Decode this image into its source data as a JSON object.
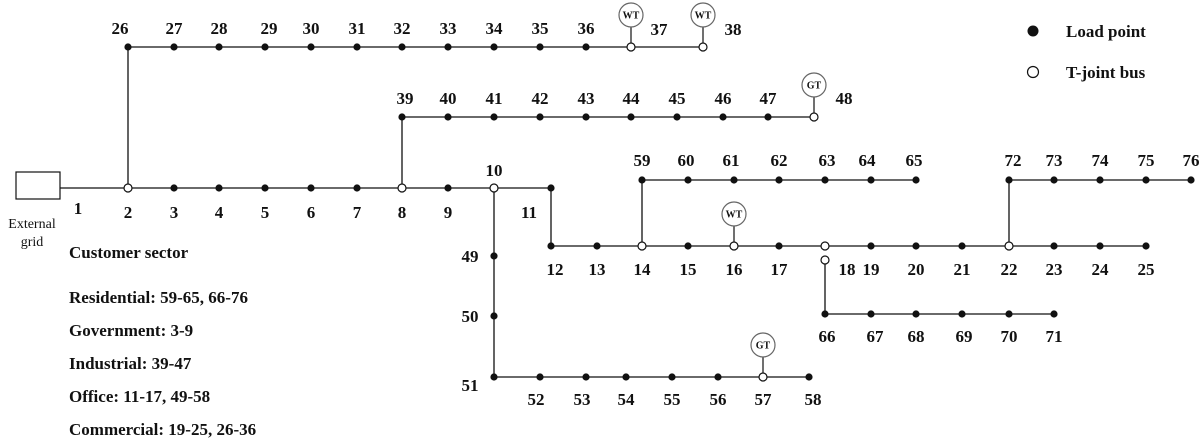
{
  "grid_label": [
    "External",
    "grid"
  ],
  "legend": {
    "load_point": "Load point",
    "t_joint": "T-joint bus"
  },
  "customer_sector": {
    "title": "Customer sector",
    "items": [
      "Residential: 59-65, 66-76",
      "Government: 3-9",
      "Industrial: 39-47",
      "Office: 11-17, 49-58",
      "Commercial: 19-25, 26-36"
    ]
  },
  "generators": [
    {
      "type": "WT",
      "bus": "37"
    },
    {
      "type": "WT",
      "bus": "38"
    },
    {
      "type": "GT",
      "bus": "48"
    },
    {
      "type": "WT",
      "bus": "16"
    },
    {
      "type": "GT",
      "bus": "57"
    }
  ],
  "nodes": [
    {
      "id": "1"
    },
    {
      "id": "2",
      "kind": "t"
    },
    {
      "id": "3"
    },
    {
      "id": "4"
    },
    {
      "id": "5"
    },
    {
      "id": "6"
    },
    {
      "id": "7"
    },
    {
      "id": "8",
      "kind": "t"
    },
    {
      "id": "9"
    },
    {
      "id": "10",
      "kind": "t"
    },
    {
      "id": "11"
    },
    {
      "id": "12"
    },
    {
      "id": "13"
    },
    {
      "id": "14",
      "kind": "t"
    },
    {
      "id": "15"
    },
    {
      "id": "16",
      "kind": "t"
    },
    {
      "id": "17"
    },
    {
      "id": "18",
      "kind": "t"
    },
    {
      "id": "19"
    },
    {
      "id": "20"
    },
    {
      "id": "21"
    },
    {
      "id": "22",
      "kind": "t"
    },
    {
      "id": "23"
    },
    {
      "id": "24"
    },
    {
      "id": "25"
    },
    {
      "id": "26"
    },
    {
      "id": "27"
    },
    {
      "id": "28"
    },
    {
      "id": "29"
    },
    {
      "id": "30"
    },
    {
      "id": "31"
    },
    {
      "id": "32"
    },
    {
      "id": "33"
    },
    {
      "id": "34"
    },
    {
      "id": "35"
    },
    {
      "id": "36"
    },
    {
      "id": "37",
      "kind": "t"
    },
    {
      "id": "38",
      "kind": "t"
    },
    {
      "id": "39"
    },
    {
      "id": "40"
    },
    {
      "id": "41"
    },
    {
      "id": "42"
    },
    {
      "id": "43"
    },
    {
      "id": "44"
    },
    {
      "id": "45"
    },
    {
      "id": "46"
    },
    {
      "id": "47"
    },
    {
      "id": "48",
      "kind": "t"
    },
    {
      "id": "49"
    },
    {
      "id": "50"
    },
    {
      "id": "51"
    },
    {
      "id": "52"
    },
    {
      "id": "53"
    },
    {
      "id": "54"
    },
    {
      "id": "55"
    },
    {
      "id": "56"
    },
    {
      "id": "57",
      "kind": "t"
    },
    {
      "id": "58"
    },
    {
      "id": "59"
    },
    {
      "id": "60"
    },
    {
      "id": "61"
    },
    {
      "id": "62"
    },
    {
      "id": "63"
    },
    {
      "id": "64"
    },
    {
      "id": "65"
    },
    {
      "id": "66"
    },
    {
      "id": "67"
    },
    {
      "id": "68"
    },
    {
      "id": "69"
    },
    {
      "id": "70"
    },
    {
      "id": "71"
    },
    {
      "id": "72"
    },
    {
      "id": "73"
    },
    {
      "id": "74"
    },
    {
      "id": "75"
    },
    {
      "id": "76"
    }
  ],
  "edges": [
    [
      "1",
      "2"
    ],
    [
      "2",
      "3"
    ],
    [
      "3",
      "4"
    ],
    [
      "4",
      "5"
    ],
    [
      "5",
      "6"
    ],
    [
      "6",
      "7"
    ],
    [
      "7",
      "8"
    ],
    [
      "8",
      "9"
    ],
    [
      "9",
      "10"
    ],
    [
      "10",
      "11"
    ],
    [
      "11",
      "12"
    ],
    [
      "12",
      "13"
    ],
    [
      "13",
      "14"
    ],
    [
      "14",
      "15"
    ],
    [
      "15",
      "16"
    ],
    [
      "16",
      "17"
    ],
    [
      "17",
      "18"
    ],
    [
      "18",
      "19"
    ],
    [
      "19",
      "20"
    ],
    [
      "20",
      "21"
    ],
    [
      "21",
      "22"
    ],
    [
      "22",
      "23"
    ],
    [
      "23",
      "24"
    ],
    [
      "24",
      "25"
    ],
    [
      "2",
      "26"
    ],
    [
      "26",
      "27"
    ],
    [
      "27",
      "28"
    ],
    [
      "28",
      "29"
    ],
    [
      "29",
      "30"
    ],
    [
      "30",
      "31"
    ],
    [
      "31",
      "32"
    ],
    [
      "32",
      "33"
    ],
    [
      "33",
      "34"
    ],
    [
      "34",
      "35"
    ],
    [
      "35",
      "36"
    ],
    [
      "36",
      "37"
    ],
    [
      "37",
      "38"
    ],
    [
      "8",
      "39"
    ],
    [
      "39",
      "40"
    ],
    [
      "40",
      "41"
    ],
    [
      "41",
      "42"
    ],
    [
      "42",
      "43"
    ],
    [
      "43",
      "44"
    ],
    [
      "44",
      "45"
    ],
    [
      "45",
      "46"
    ],
    [
      "46",
      "47"
    ],
    [
      "47",
      "48"
    ],
    [
      "10",
      "49"
    ],
    [
      "49",
      "50"
    ],
    [
      "50",
      "51"
    ],
    [
      "51",
      "52"
    ],
    [
      "52",
      "53"
    ],
    [
      "53",
      "54"
    ],
    [
      "54",
      "55"
    ],
    [
      "55",
      "56"
    ],
    [
      "56",
      "57"
    ],
    [
      "57",
      "58"
    ],
    [
      "14",
      "59"
    ],
    [
      "59",
      "60"
    ],
    [
      "60",
      "61"
    ],
    [
      "61",
      "62"
    ],
    [
      "62",
      "63"
    ],
    [
      "63",
      "64"
    ],
    [
      "64",
      "65"
    ],
    [
      "18",
      "66"
    ],
    [
      "66",
      "67"
    ],
    [
      "67",
      "68"
    ],
    [
      "68",
      "69"
    ],
    [
      "69",
      "70"
    ],
    [
      "70",
      "71"
    ],
    [
      "22",
      "72"
    ],
    [
      "72",
      "73"
    ],
    [
      "73",
      "74"
    ],
    [
      "74",
      "75"
    ],
    [
      "75",
      "76"
    ]
  ]
}
